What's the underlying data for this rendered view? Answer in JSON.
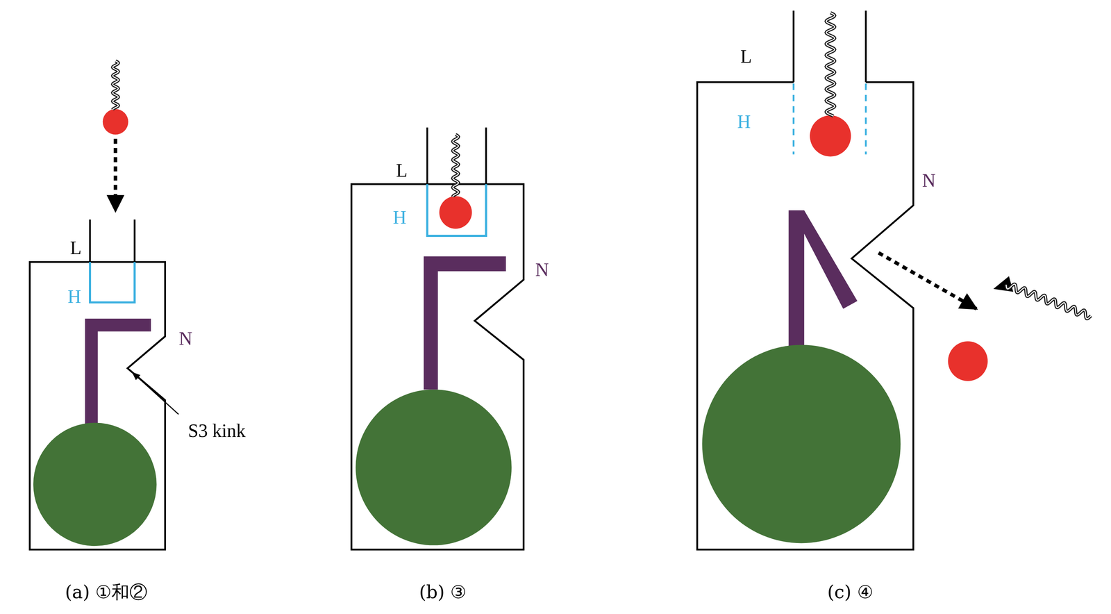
{
  "diagram": {
    "labels": [
      "L",
      "H",
      "N",
      "S3 kink",
      "(a) ①和②",
      "L",
      "H",
      "N",
      "(b) ③",
      "L",
      "H",
      "N",
      "(c) ④"
    ]
  }
}
